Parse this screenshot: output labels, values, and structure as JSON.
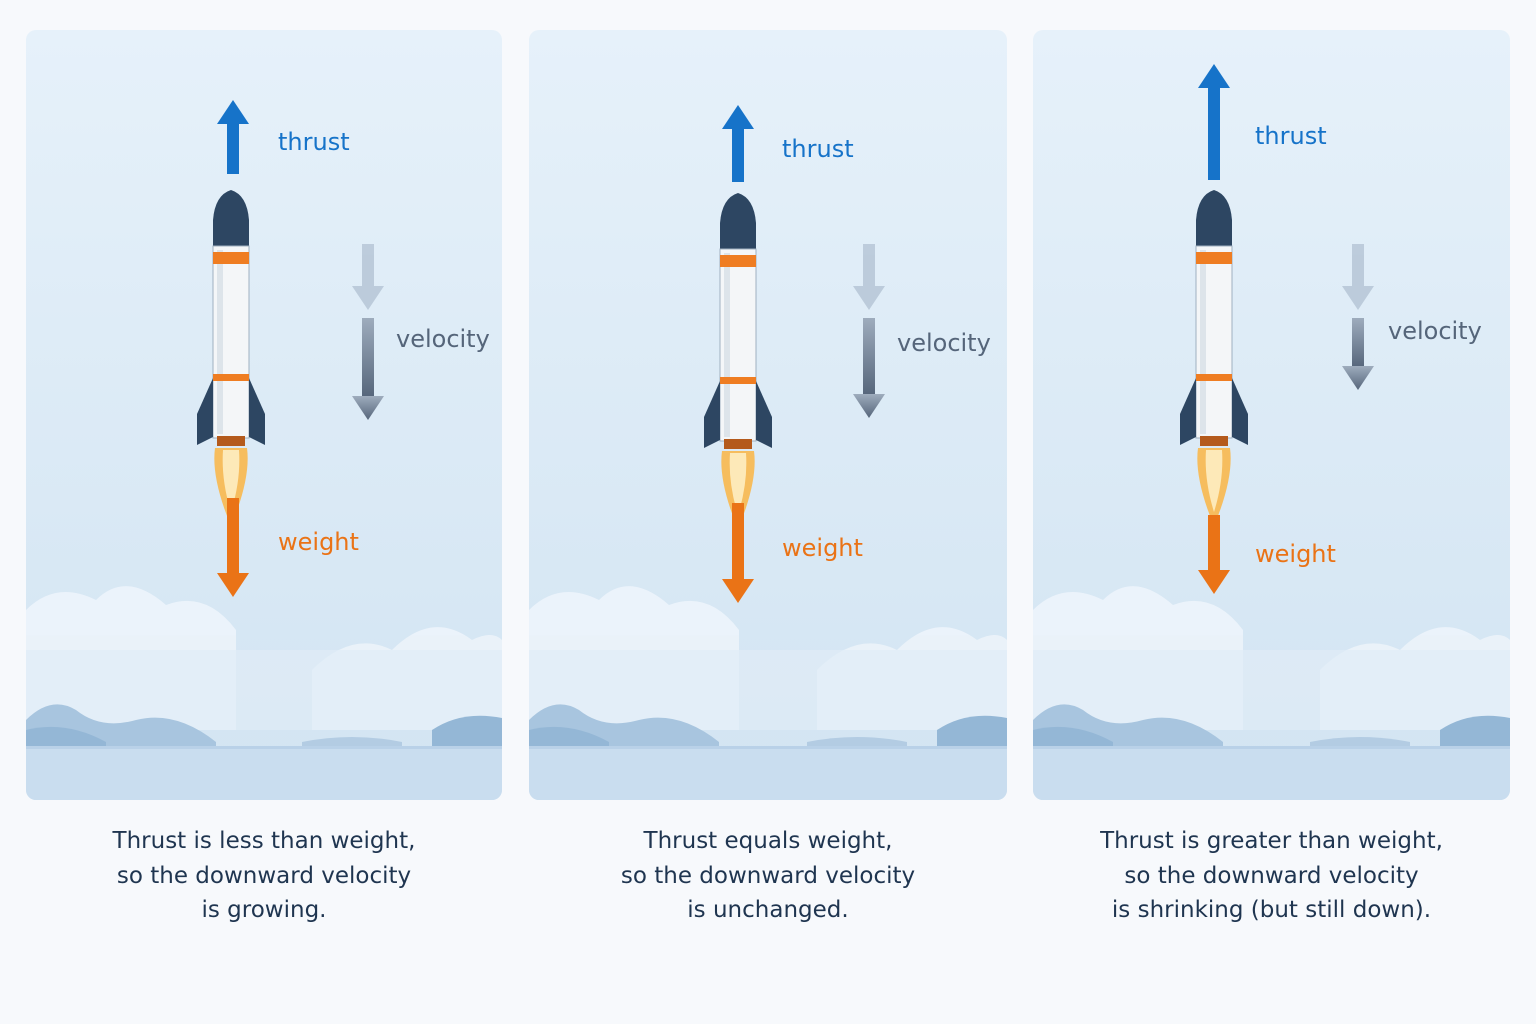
{
  "labels": {
    "thrust": "thrust",
    "velocity": "velocity",
    "weight": "weight"
  },
  "colors": {
    "thrust": "#1673c9",
    "weight": "#ea7316",
    "velocity_label": "#55657a",
    "caption": "#1f3550",
    "sky_top": "#e6f1fa",
    "sky_bottom": "#d2e4f2",
    "rocket_dark": "#2d4662",
    "rocket_stripe": "#ef7d22",
    "flame": "#f8b84e"
  },
  "panels": [
    {
      "caption_lines": [
        "Thrust is less than weight,",
        "so the downward velocity",
        "is growing."
      ]
    },
    {
      "caption_lines": [
        "Thrust equals weight,",
        "so the downward velocity",
        "is unchanged."
      ]
    },
    {
      "caption_lines": [
        "Thrust is greater than weight,",
        "so the downward velocity",
        "is shrinking (but still down)."
      ]
    }
  ]
}
